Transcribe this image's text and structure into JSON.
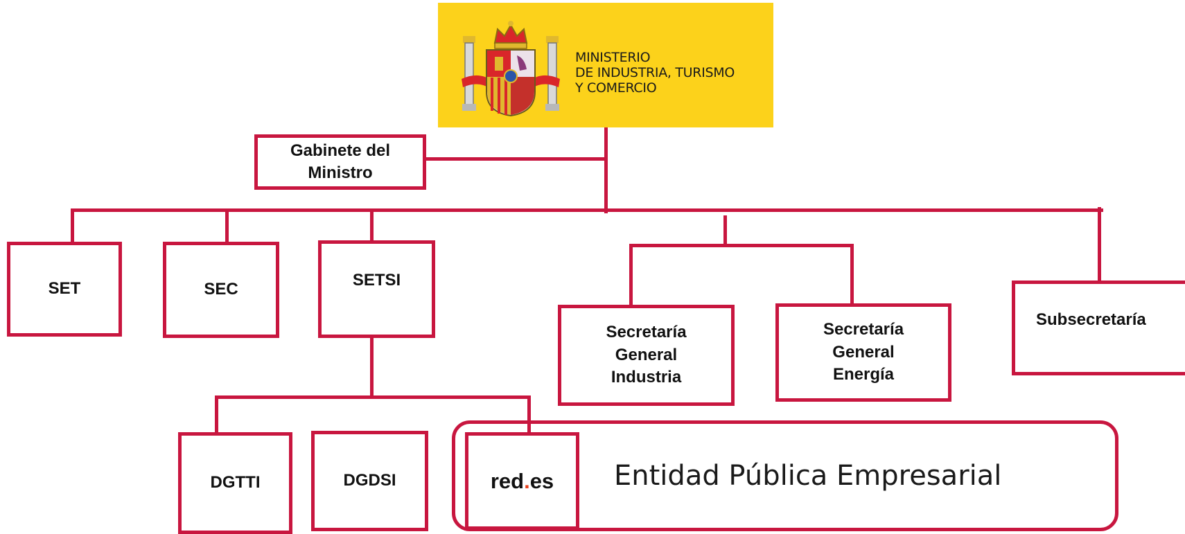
{
  "logo": {
    "lines": [
      "MINISTERIO",
      "DE INDUSTRIA, TURISMO",
      "Y COMERCIO"
    ],
    "icon": "coat-of-arms-of-spain"
  },
  "gabinete": {
    "lines": [
      "Gabinete del",
      "Ministro"
    ]
  },
  "set": {
    "label": "SET"
  },
  "sec": {
    "label": "SEC"
  },
  "setsi": {
    "label": "SETSI"
  },
  "sg_industria": {
    "lines": [
      "Secretaría",
      "General",
      "Industria"
    ]
  },
  "sg_energia": {
    "lines": [
      "Secretaría",
      "General",
      "Energía"
    ]
  },
  "subsecretaria": {
    "label": "Subsecretaría"
  },
  "dgtti": {
    "label": "DGTTI"
  },
  "dgdsi": {
    "label": "DGDSI"
  },
  "redes": {
    "part1": "red",
    "dot": ".",
    "part2": "es"
  },
  "entity": {
    "description": "Entidad Pública Empresarial"
  },
  "colors": {
    "connector": "#c8163f",
    "logo_background": "#fcd21b",
    "redes_dot": "#e8401c"
  }
}
